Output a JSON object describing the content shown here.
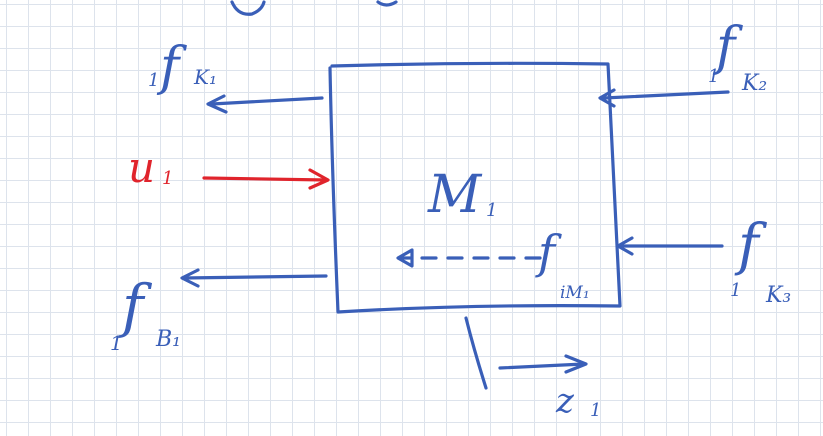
{
  "labels": {
    "f_k1": {
      "prefix": "1",
      "main": "f",
      "sub": "K₁"
    },
    "f_k2": {
      "prefix": "1",
      "main": "f",
      "sub": "K₂"
    },
    "f_k3": {
      "prefix": "1",
      "main": "f",
      "sub": "K₃"
    },
    "f_b1": {
      "prefix": "1",
      "main": "f",
      "sub": "B₁"
    },
    "u1": {
      "main": "u",
      "sub": "1"
    },
    "m1": {
      "main": "M",
      "sub": "1"
    },
    "f_im1": {
      "main": "f",
      "sub": "iM₁"
    },
    "z1": {
      "main": "z",
      "sub": "1"
    }
  },
  "colors": {
    "ink": "#3a5fb8",
    "accent": "#e0242c",
    "grid": "#dde3ec"
  }
}
